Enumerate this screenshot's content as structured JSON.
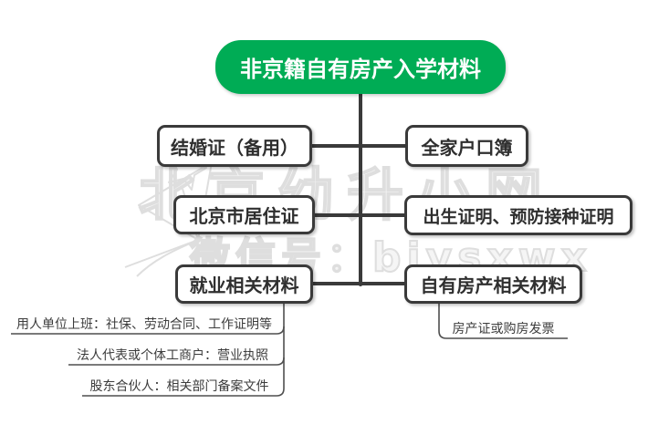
{
  "mindmap": {
    "root": {
      "label": "非京籍自有房产入学材料"
    },
    "left": [
      {
        "label": "结婚证（备用）"
      },
      {
        "label": "北京市居住证"
      },
      {
        "label": "就业相关材料",
        "children": [
          "用人单位上班：社保、劳动合同、工作证明等",
          "法人代表或个体工商户：营业执照",
          "股东合伙人：相关部门备案文件"
        ]
      }
    ],
    "right": [
      {
        "label": "全家户口簿"
      },
      {
        "label": "出生证明、预防接种证明"
      },
      {
        "label": "自有房产相关材料",
        "children": [
          "房产证或购房发票"
        ]
      }
    ]
  },
  "watermark": {
    "site_name": "北京幼升小网",
    "wechat_line": "微信号：bjysxwx"
  },
  "colors": {
    "root_bg": "#00ac55",
    "root_text": "#ffffff",
    "node_border": "#3a3a3a",
    "node_text": "#2f2f2f",
    "connector": "#3a3a3a",
    "sub_connector": "#4f4f4f",
    "watermark": "#dedede",
    "background": "#ffffff"
  }
}
